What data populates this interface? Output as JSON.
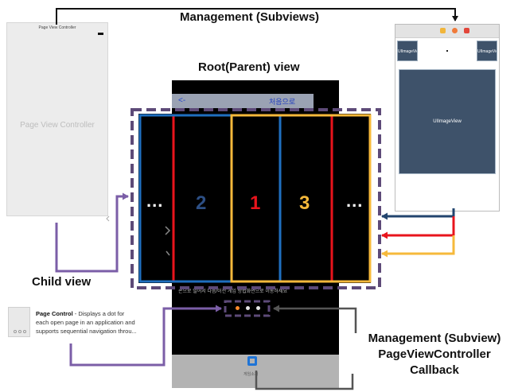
{
  "labels": {
    "management_subviews": "Management (Subviews)",
    "root_parent_view": "Root(Parent) view",
    "child_view": "Child view",
    "management_subview_line1": "Management (Subview)",
    "management_subview_line2": "PageViewController",
    "management_subview_line3": "Callback"
  },
  "left_screen": {
    "title": "Page View Controller",
    "center_label": "Page View Controller"
  },
  "right_screen": {
    "thumb_left": "UIImageView",
    "thumb_right": "UIImageView",
    "main_image": "UIImageView"
  },
  "phone": {
    "back_arrow": "<-",
    "nav_title": "처음으로",
    "hint_text": "손으로 밀어서 다음/이전 게임 방법화면으로 이동하세요",
    "footer_label": "게임소개"
  },
  "pages": {
    "left_ellipsis": "...",
    "page_2": "2",
    "page_1": "1",
    "page_3": "3",
    "right_ellipsis": "..."
  },
  "page_control": {
    "title": "Page Control",
    "description": " - Displays a dot for each open page in an application and supports sequential navigation throu..."
  },
  "colors": {
    "blue_frame": "#1f6fbf",
    "red_line": "#e8141c",
    "yellow_frame": "#f6b93b",
    "purple": "#7b5ea7",
    "dash_purple": "#5d4a78",
    "navy_arrow": "#22446e",
    "grey_arrow": "#555555",
    "num_2": "#2d4f85",
    "num_1": "#e8141c",
    "num_3": "#f6b93b"
  }
}
